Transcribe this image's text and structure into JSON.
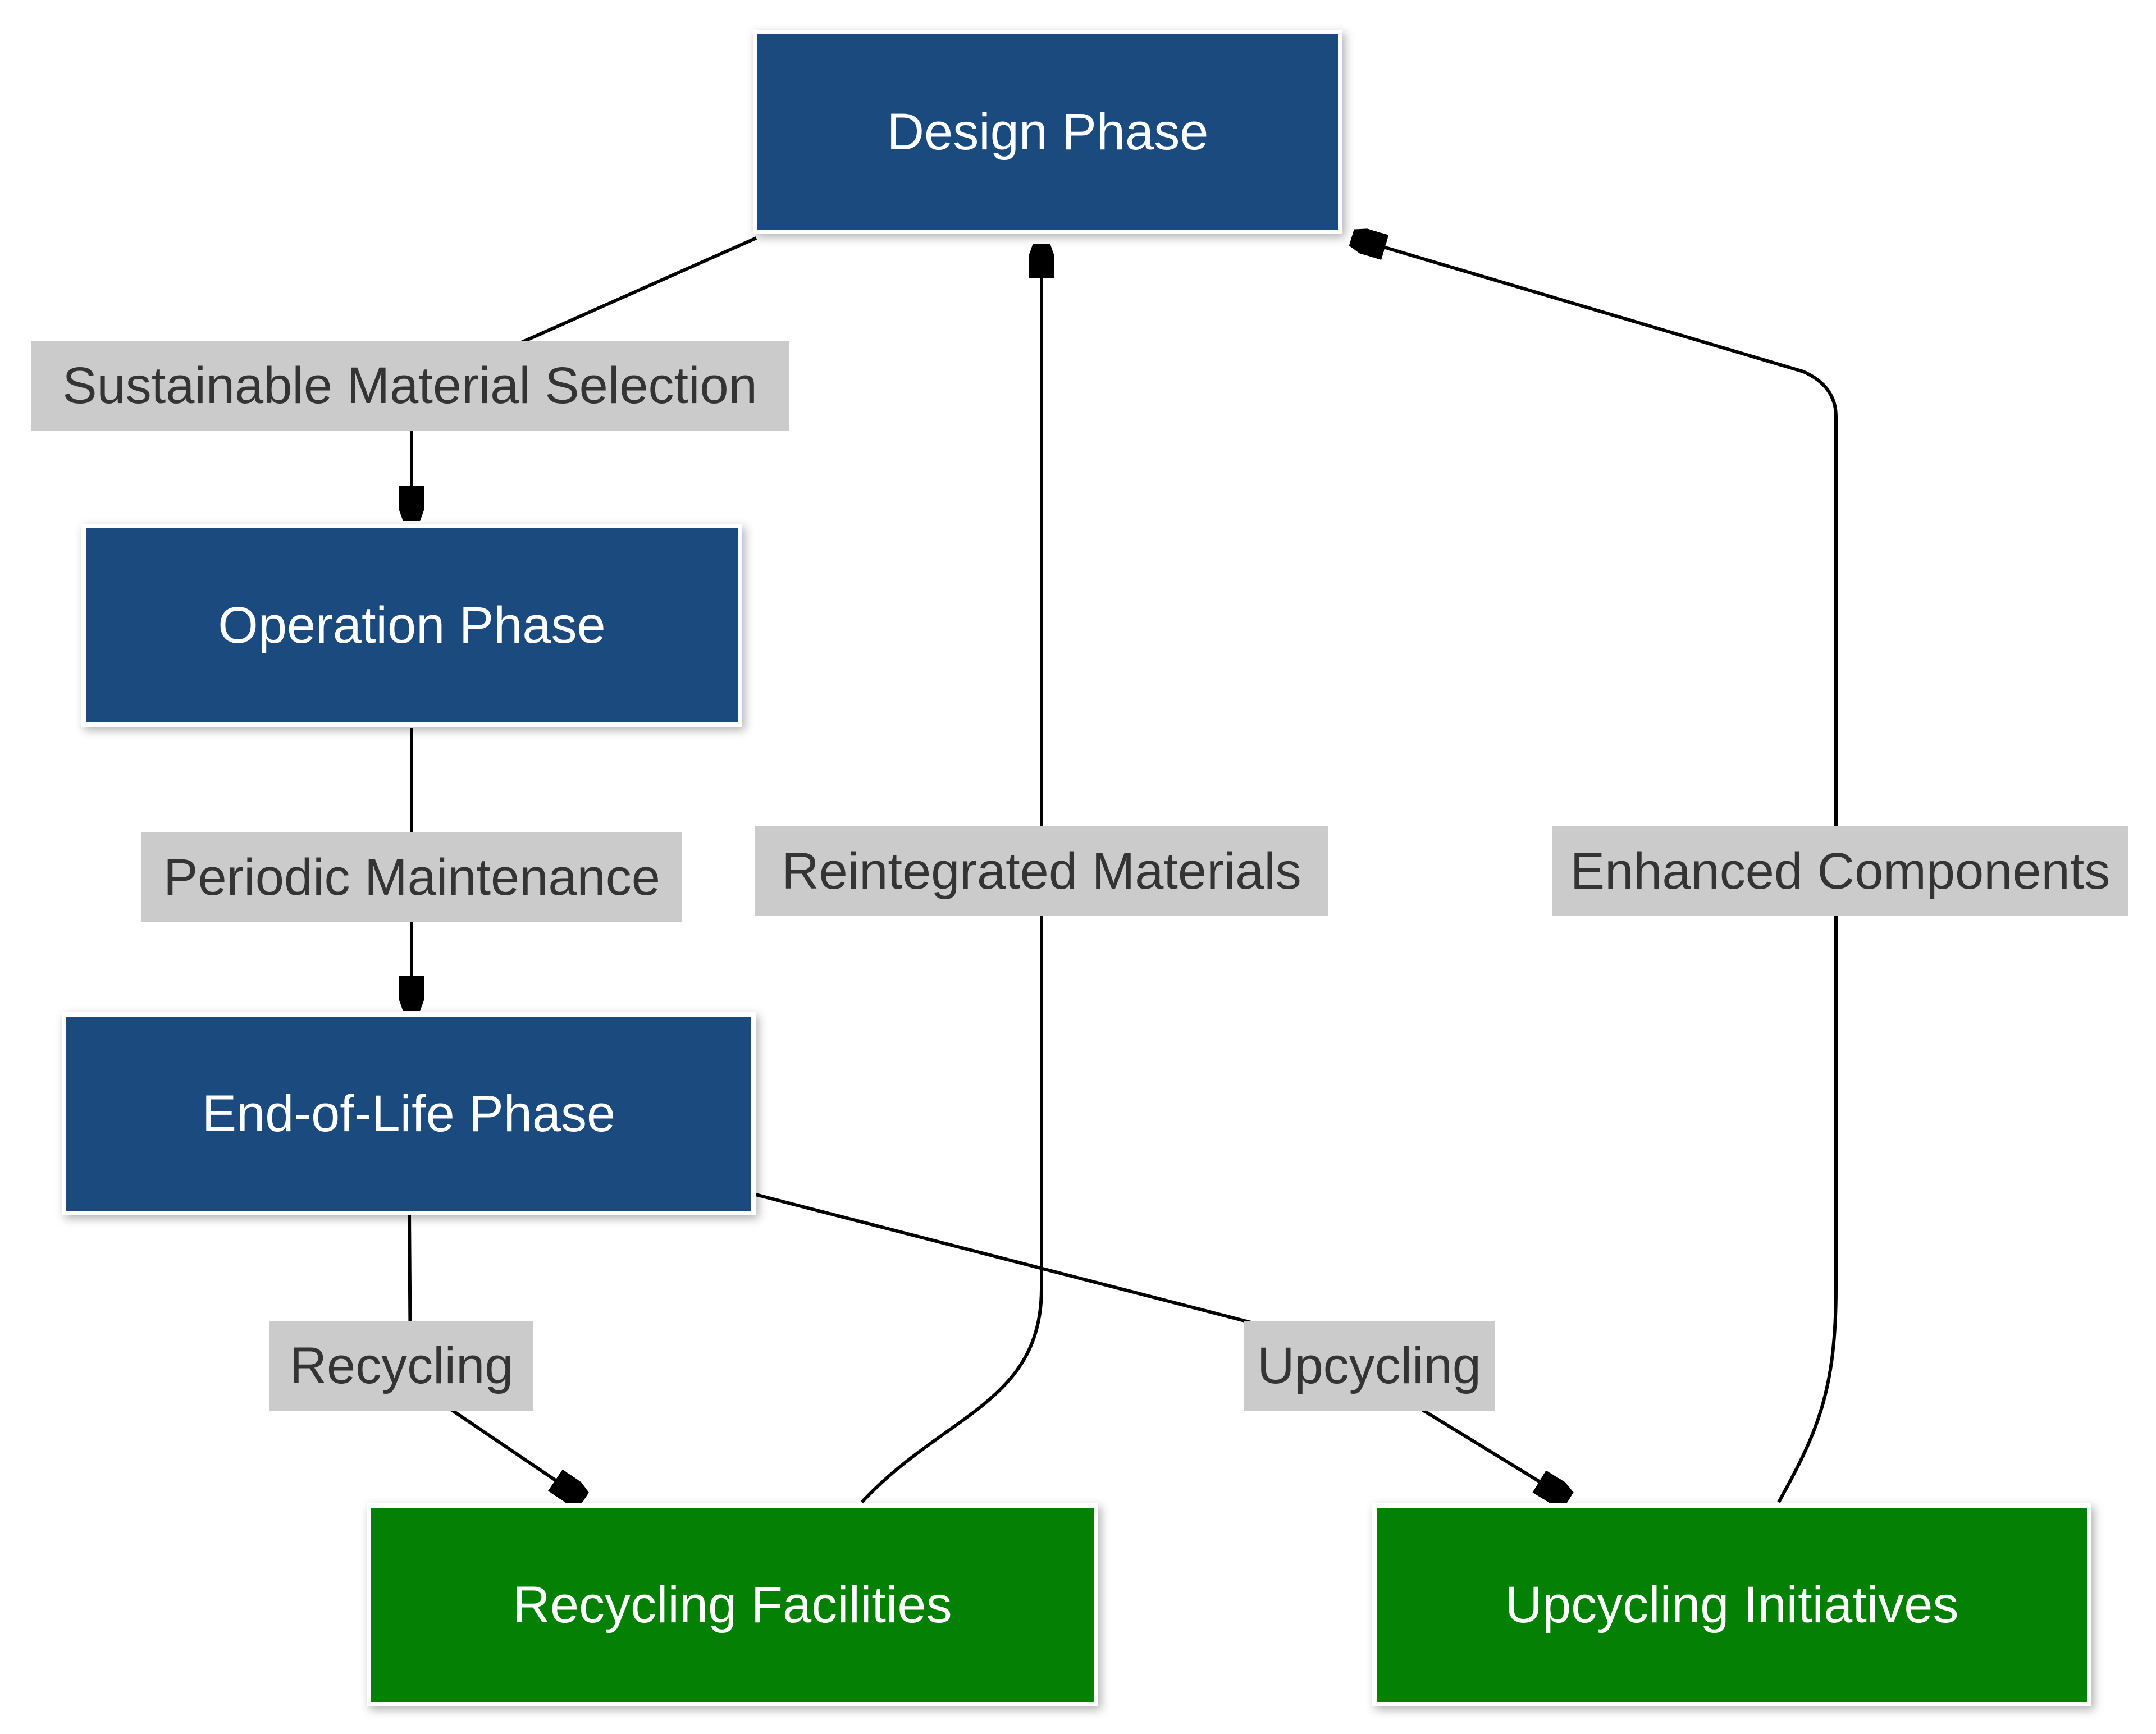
{
  "diagram": {
    "background": "#ffffff",
    "edge_color": "#000000",
    "nodes": {
      "design": {
        "label": "Design Phase",
        "color": "#1b4a7e",
        "text_color": "#ffffff"
      },
      "operation": {
        "label": "Operation Phase",
        "color": "#1b4a7e",
        "text_color": "#ffffff"
      },
      "end_of_life": {
        "label": "End-of-Life Phase",
        "color": "#1b4a7e",
        "text_color": "#ffffff"
      },
      "recycling_facilities": {
        "label": "Recycling Facilities",
        "color": "#048104",
        "text_color": "#ffffff"
      },
      "upcycling_initiatives": {
        "label": "Upcycling Initiatives",
        "color": "#048104",
        "text_color": "#ffffff"
      }
    },
    "edge_labels": {
      "sustainable_material_selection": {
        "label": "Sustainable Material Selection",
        "background": "#cbcbcb",
        "text_color": "#343434"
      },
      "periodic_maintenance": {
        "label": "Periodic Maintenance",
        "background": "#cbcbcb",
        "text_color": "#343434"
      },
      "reintegrated_materials": {
        "label": "Reintegrated Materials",
        "background": "#cbcbcb",
        "text_color": "#343434"
      },
      "enhanced_components": {
        "label": "Enhanced Components",
        "background": "#cbcbcb",
        "text_color": "#343434"
      },
      "recycling": {
        "label": "Recycling",
        "background": "#cbcbcb",
        "text_color": "#343434"
      },
      "upcycling": {
        "label": "Upcycling",
        "background": "#cbcbcb",
        "text_color": "#343434"
      }
    },
    "edges": [
      {
        "from": "Design Phase",
        "to": "Operation Phase",
        "label": "Sustainable Material Selection"
      },
      {
        "from": "Operation Phase",
        "to": "End-of-Life Phase",
        "label": "Periodic Maintenance"
      },
      {
        "from": "End-of-Life Phase",
        "to": "Recycling Facilities",
        "label": "Recycling"
      },
      {
        "from": "End-of-Life Phase",
        "to": "Upcycling Initiatives",
        "label": "Upcycling"
      },
      {
        "from": "Recycling Facilities",
        "to": "Design Phase",
        "label": "Reintegrated Materials"
      },
      {
        "from": "Upcycling Initiatives",
        "to": "Design Phase",
        "label": "Enhanced Components"
      }
    ]
  }
}
